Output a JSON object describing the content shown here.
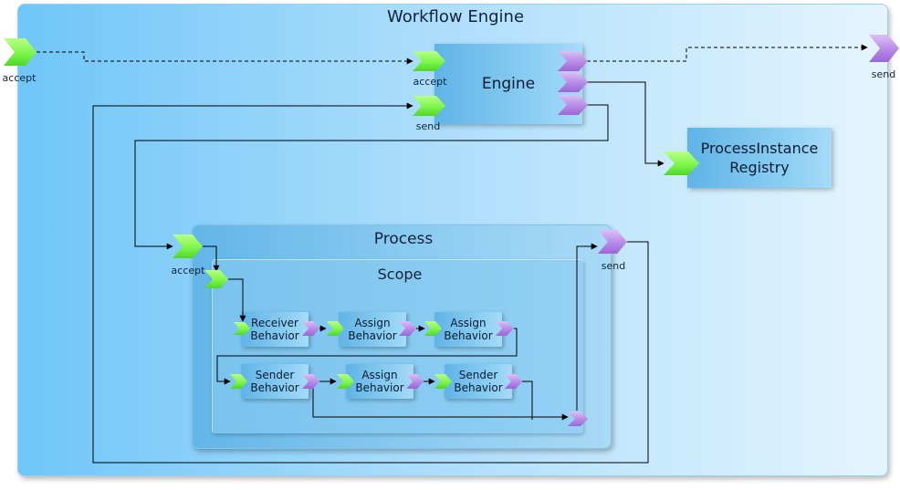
{
  "diagram": {
    "containers": {
      "workflow_engine": "Workflow Engine",
      "process": "Process",
      "scope": "Scope"
    },
    "nodes": {
      "engine": "Engine",
      "registry": "ProcessInstance\nRegistry",
      "receiver_behavior": "Receiver\nBehavior",
      "assign_behavior_1": "Assign\nBehavior",
      "assign_behavior_2": "Assign\nBehavior",
      "sender_behavior_1": "Sender\nBehavior",
      "assign_behavior_3": "Assign\nBehavior",
      "sender_behavior_2": "Sender\nBehavior"
    },
    "port_labels": {
      "outer_accept": "accept",
      "outer_send": "send",
      "engine_accept": "accept",
      "engine_send": "send",
      "process_accept": "accept",
      "process_send": "send"
    },
    "colors": {
      "accept_port": "#7ef64a",
      "send_port": "#b78ae6",
      "connector": "#000000"
    }
  }
}
